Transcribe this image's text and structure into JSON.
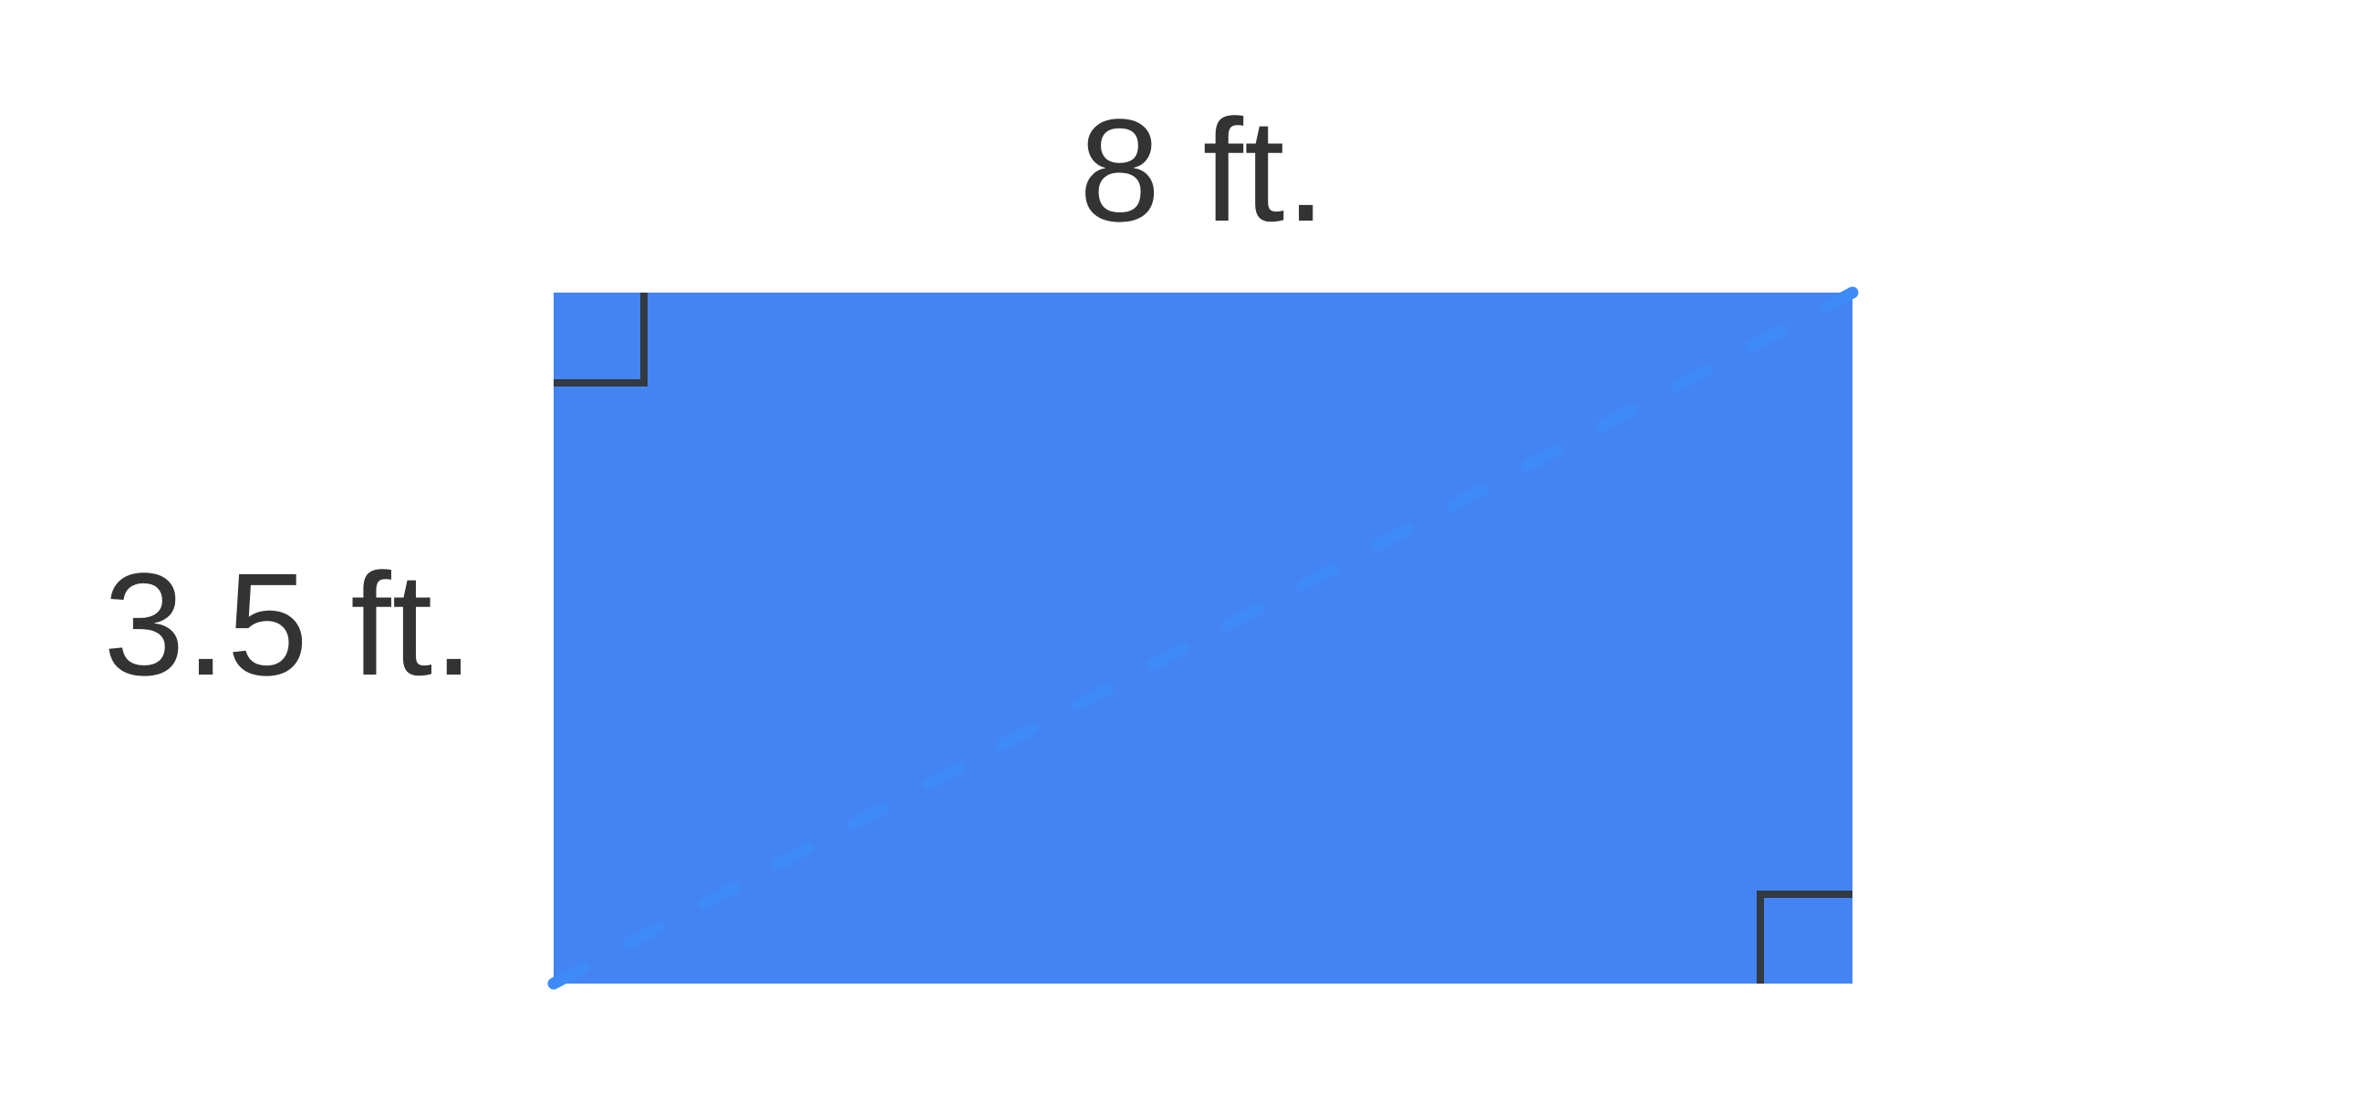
{
  "diagram": {
    "type": "geometry-rectangle",
    "background_color": "#ffffff",
    "rectangle": {
      "fill_color": "#4484F2",
      "width_label": "8 ft.",
      "height_label": "3.5 ft.",
      "width_value": 8,
      "height_value": 3.5,
      "unit": "ft."
    },
    "diagonal": {
      "style": "dashed",
      "color": "#3E8BF8",
      "from_corner": "bottom-left",
      "to_corner": "top-right"
    },
    "right_angle_markers": {
      "color": "#333A42",
      "corners": [
        "top-left",
        "bottom-right"
      ]
    },
    "label_text_color": "#333333"
  }
}
